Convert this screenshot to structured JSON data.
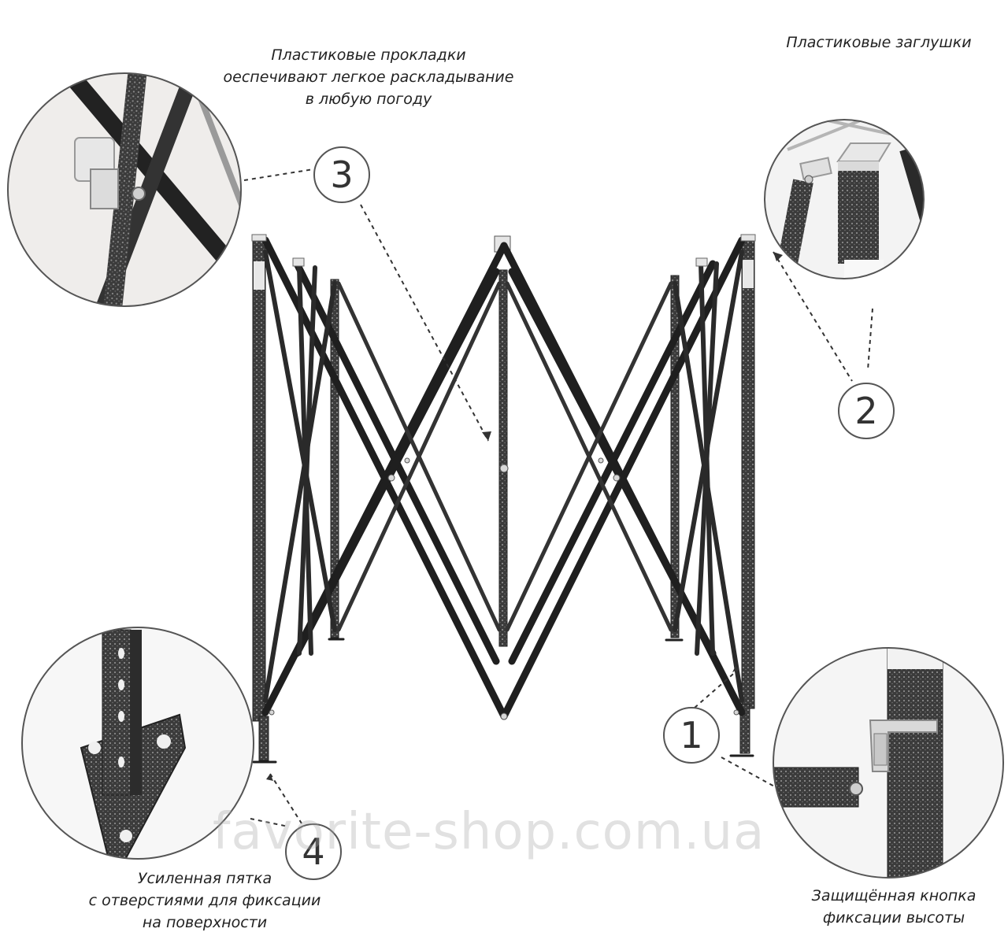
{
  "captions": {
    "pads": [
      "Пластиковые прокладки",
      "оеспечивают легкое раскладывание",
      "в любую погоду"
    ],
    "caps": [
      "Пластиковые заглушки"
    ],
    "heel": [
      "Усиленная пятка",
      "с отверстиями для фиксации",
      "на поверхности"
    ],
    "button": [
      "Защищённая кнопка",
      "фиксации высоты"
    ]
  },
  "badges": {
    "one": "1",
    "two": "2",
    "three": "3",
    "four": "4"
  },
  "watermark": "favorite-shop.com.ua",
  "colors": {
    "frame": "#1f1f1f",
    "frame_light": "#3a3a3a",
    "zoom_bg": "#eeeeec",
    "plastic": "#e4e4e4"
  }
}
